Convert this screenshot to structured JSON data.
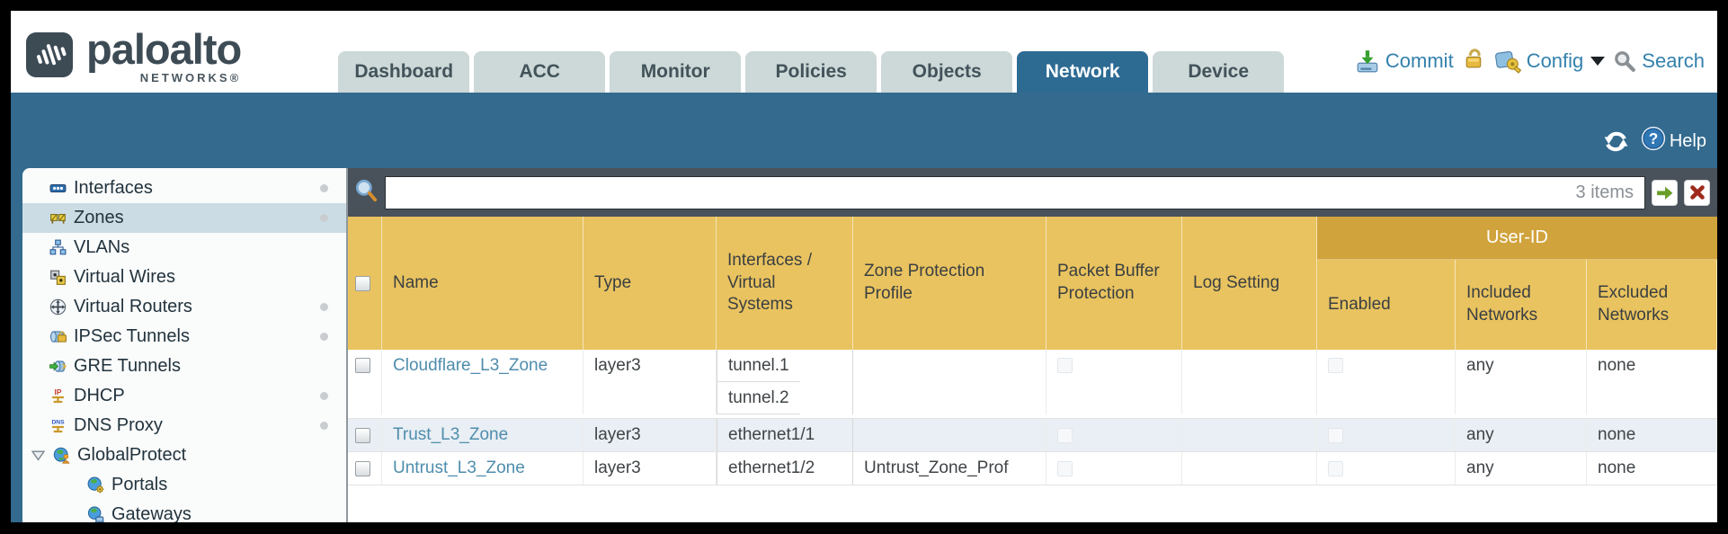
{
  "colors": {
    "teal_band": "#336a8e",
    "active_tab": "#2d6b93",
    "table_header_yellow": "#e9c35f",
    "user_id_band_gold": "#d1a33c",
    "toolbar_slate": "#49525b",
    "link_blue": "#4f8dad"
  },
  "header": {
    "brand": {
      "name": "paloalto",
      "sub": "NETWORKS®"
    },
    "tabs": [
      {
        "label": "Dashboard",
        "active": false
      },
      {
        "label": "ACC",
        "active": false
      },
      {
        "label": "Monitor",
        "active": false
      },
      {
        "label": "Policies",
        "active": false
      },
      {
        "label": "Objects",
        "active": false
      },
      {
        "label": "Network",
        "active": true
      },
      {
        "label": "Device",
        "active": false
      }
    ],
    "actions": {
      "commit_label": "Commit",
      "config_label": "Config",
      "search_label": "Search"
    }
  },
  "band": {
    "help_label": "Help"
  },
  "sidebar": {
    "items": [
      {
        "label": "Interfaces",
        "icon": "interfaces-icon",
        "dot": true
      },
      {
        "label": "Zones",
        "icon": "zones-icon",
        "dot": true,
        "selected": true
      },
      {
        "label": "VLANs",
        "icon": "vlans-icon"
      },
      {
        "label": "Virtual Wires",
        "icon": "virtual-wires-icon"
      },
      {
        "label": "Virtual Routers",
        "icon": "virtual-routers-icon",
        "dot": true
      },
      {
        "label": "IPSec Tunnels",
        "icon": "ipsec-tunnels-icon",
        "dot": true
      },
      {
        "label": "GRE Tunnels",
        "icon": "gre-tunnels-icon"
      },
      {
        "label": "DHCP",
        "icon": "dhcp-icon",
        "dot": true
      },
      {
        "label": "DNS Proxy",
        "icon": "dns-proxy-icon",
        "dot": true
      },
      {
        "label": "GlobalProtect",
        "icon": "globalprotect-icon",
        "expanded": true
      },
      {
        "label": "Portals",
        "icon": "portals-icon",
        "child": true
      },
      {
        "label": "Gateways",
        "icon": "gateways-icon",
        "child": true
      }
    ]
  },
  "filterbar": {
    "search_value": "",
    "items_count": "3 items"
  },
  "table": {
    "group_header": "User-ID",
    "columns": [
      "Name",
      "Type",
      "Interfaces / Virtual Systems",
      "Zone Protection Profile",
      "Packet Buffer Protection",
      "Log Setting",
      "Enabled",
      "Included Networks",
      "Excluded Networks"
    ],
    "rows": [
      {
        "name": "Cloudflare_L3_Zone",
        "type": "layer3",
        "interfaces": [
          "tunnel.1",
          "tunnel.2"
        ],
        "zone_protection_profile": "",
        "log_setting": "",
        "included_networks": "any",
        "excluded_networks": "none"
      },
      {
        "name": "Trust_L3_Zone",
        "type": "layer3",
        "interfaces": [
          "ethernet1/1"
        ],
        "zone_protection_profile": "",
        "log_setting": "",
        "included_networks": "any",
        "excluded_networks": "none"
      },
      {
        "name": "Untrust_L3_Zone",
        "type": "layer3",
        "interfaces": [
          "ethernet1/2"
        ],
        "zone_protection_profile": "Untrust_Zone_Prof",
        "log_setting": "",
        "included_networks": "any",
        "excluded_networks": "none"
      }
    ]
  }
}
